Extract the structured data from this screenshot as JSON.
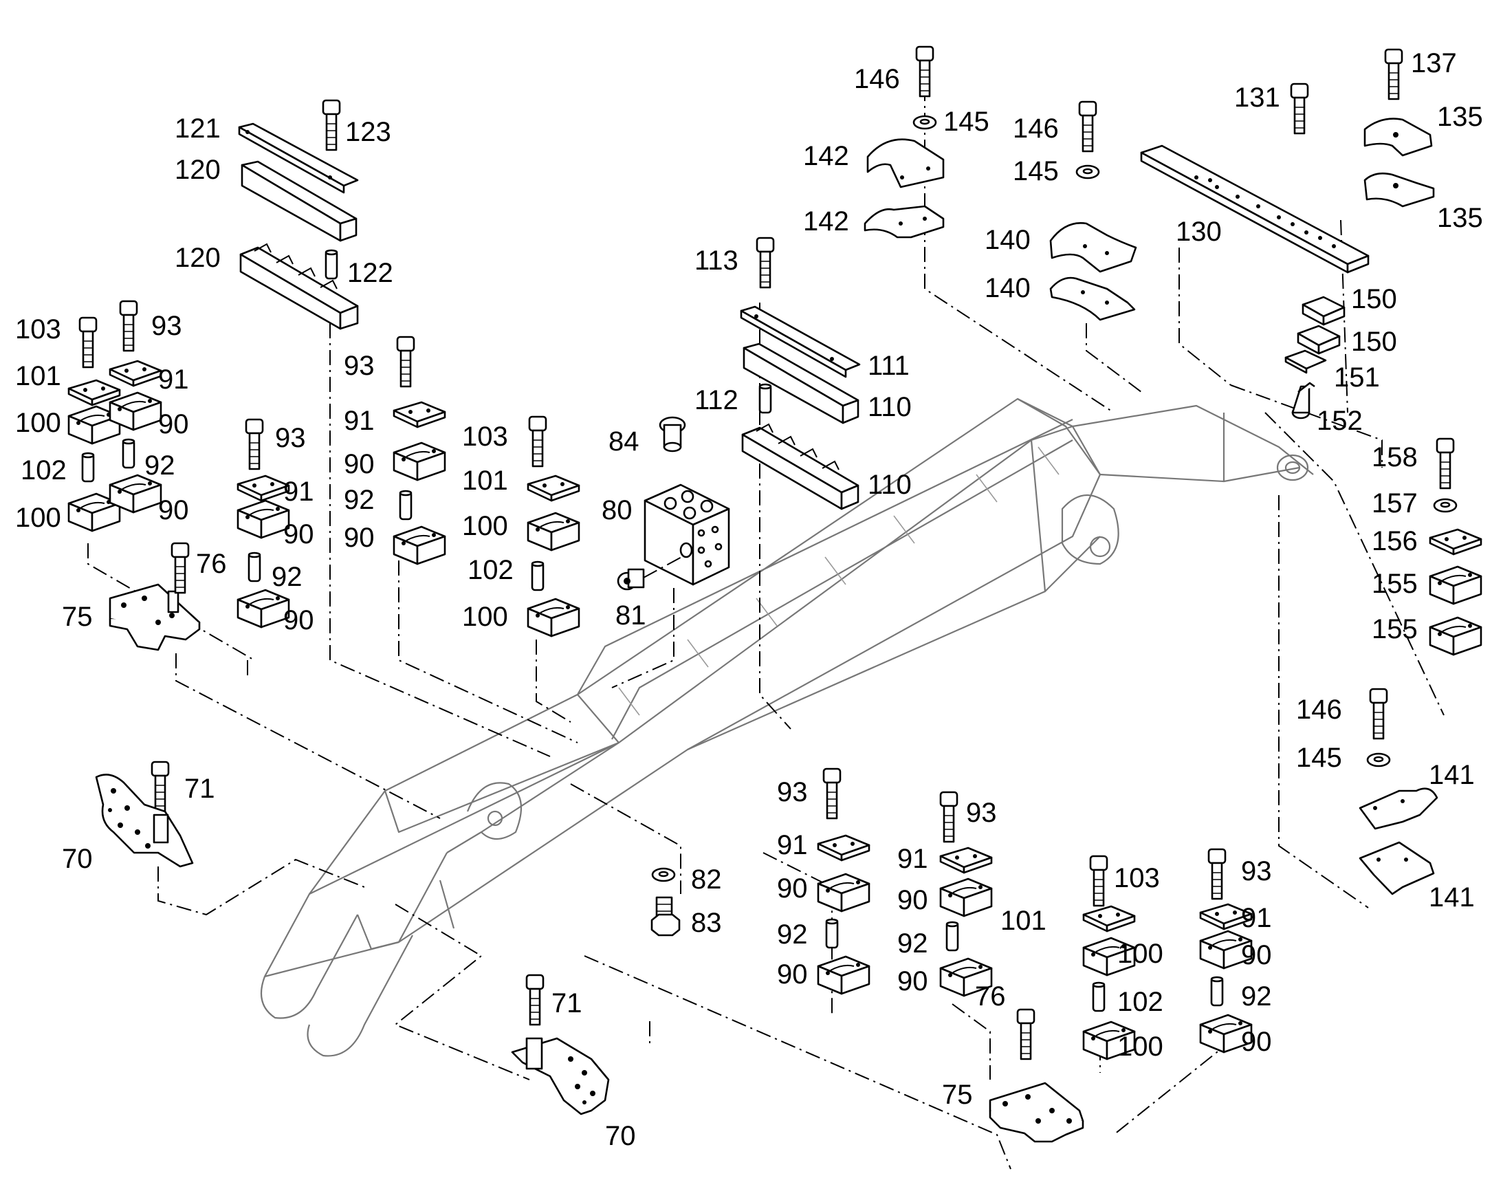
{
  "callouts": {
    "c121": "121",
    "c123": "123",
    "c120a": "120",
    "c120b": "120",
    "c122": "122",
    "c103a": "103",
    "c93a": "93",
    "c101a": "101",
    "c91a": "91",
    "c100a": "100",
    "c90a": "90",
    "c102a": "102",
    "c92a": "92",
    "c100b": "100",
    "c90b": "90",
    "c93b": "93",
    "c91b": "91",
    "c90c": "90",
    "c92b": "92",
    "c90d": "90",
    "c76a": "76",
    "c75a": "75",
    "c93c": "93",
    "c91c": "91",
    "c90e": "90",
    "c92c": "92",
    "c90f": "90",
    "c103b": "103",
    "c101b": "101",
    "c100c": "100",
    "c102b": "102",
    "c100d": "100",
    "c84": "84",
    "c80": "80",
    "c81": "81",
    "c113": "113",
    "c111": "111",
    "c112": "112",
    "c110a": "110",
    "c110b": "110",
    "c146a": "146",
    "c145a": "145",
    "c142a": "142",
    "c142b": "142",
    "c146b": "146",
    "c145b": "145",
    "c140a": "140",
    "c140b": "140",
    "c131": "131",
    "c130": "130",
    "c137": "137",
    "c135a": "135",
    "c135b": "135",
    "c150a": "150",
    "c150b": "150",
    "c151": "151",
    "c152": "152",
    "c158": "158",
    "c157": "157",
    "c156": "156",
    "c155a": "155",
    "c155b": "155",
    "c146c": "146",
    "c145c": "145",
    "c141a": "141",
    "c141b": "141",
    "c71a": "71",
    "c70a": "70",
    "c82": "82",
    "c83": "83",
    "c71b": "71",
    "c70b": "70",
    "c93d": "93",
    "c91d": "91",
    "c90g": "90",
    "c92d": "92",
    "c90h": "90",
    "c93e": "93",
    "c91e": "91",
    "c90i": "90",
    "c92e": "92",
    "c90j": "90",
    "c103c": "103",
    "c101c": "101",
    "c100e": "100",
    "c102c": "102",
    "c100f": "100",
    "c93f": "93",
    "c91f": "91",
    "c90k": "90",
    "c92f": "92",
    "c90l": "90",
    "c76b": "76",
    "c75b": "75"
  }
}
